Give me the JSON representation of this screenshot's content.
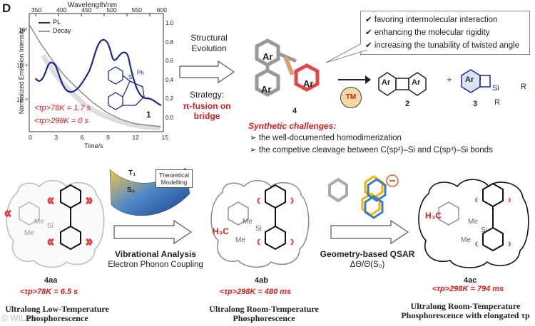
{
  "panel_letter": "D",
  "watermark": "© WILEY",
  "plot": {
    "top_axis_label": "Wavelength/nm",
    "top_ticks": [
      "350",
      "400",
      "450",
      "500",
      "550",
      "600"
    ],
    "x_label": "Time/s",
    "x_ticks": [
      "0",
      "3",
      "6",
      "9",
      "12",
      "15"
    ],
    "y_left_label": "Normalized Emission Intensity",
    "y_left_ticks": [
      "10⁰",
      "10⁻¹",
      "10⁻²"
    ],
    "y_right_ticks": [
      "1.0",
      "0.8",
      "0.6",
      "0.4",
      "0.2",
      "0.0"
    ],
    "legend": [
      {
        "name": "PL",
        "color": "#1a2a8a"
      },
      {
        "name": "Decay",
        "color": "#9a9a9a"
      }
    ],
    "tp78_label": "<τp>78K = 1.7 s",
    "tp298_label": "<τp>298K = 0 s",
    "compound_label": "1",
    "si_label": "Si",
    "ph_label": "Ph"
  },
  "strategy": {
    "structural_evolution": "Structural Evolution",
    "strategy_label": "Strategy:",
    "strategy_value": "π-fusion on bridge"
  },
  "molecule4": {
    "label": "4",
    "ar": "Ar",
    "tm": "TM"
  },
  "benefits": [
    "✔ favoring intermolecular interaction",
    "✔ enhancing the molecular rigidity",
    "✔ increasing the tunability of twisted angle"
  ],
  "products": {
    "c2": "2",
    "c3": "3",
    "plus": "+",
    "ar": "Ar",
    "si": "Si",
    "r": "R"
  },
  "challenges": {
    "title": "Synthetic challenges:",
    "items": [
      "➢ the well-documented homodimerization",
      "➢ the competive cleavage between C(sp²)–Si and C(sp³)–Si bonds"
    ]
  },
  "modelling": {
    "t1": "T₁",
    "s0": "S₀",
    "box": "Theoretical Modelling"
  },
  "arrow1": {
    "title": "Vibrational Analysis",
    "sub": "Electron Phonon Coupling"
  },
  "arrow2": {
    "title": "Geometry-based QSAR",
    "sub": "ΔΘ/Θ(S₀)"
  },
  "compounds": [
    {
      "id": "4aa",
      "tau": "<τp>78K = 6.5 s",
      "desc1": "Ultralong Low-Temperature",
      "desc2": "Phosphorescence"
    },
    {
      "id": "4ab",
      "tau": "<τp>298K = 480 ms",
      "desc1": "Ultralong Room-Temperature",
      "desc2": "Phosphorescence"
    },
    {
      "id": "4ac",
      "tau": "<τp>298K = 794 ms",
      "desc1": "Ultralong Room-Temperature",
      "desc2": "Phosphorescence with elongated τp"
    }
  ],
  "substituents": {
    "me": "Me",
    "si": "Si",
    "h3c": "H₃C"
  }
}
